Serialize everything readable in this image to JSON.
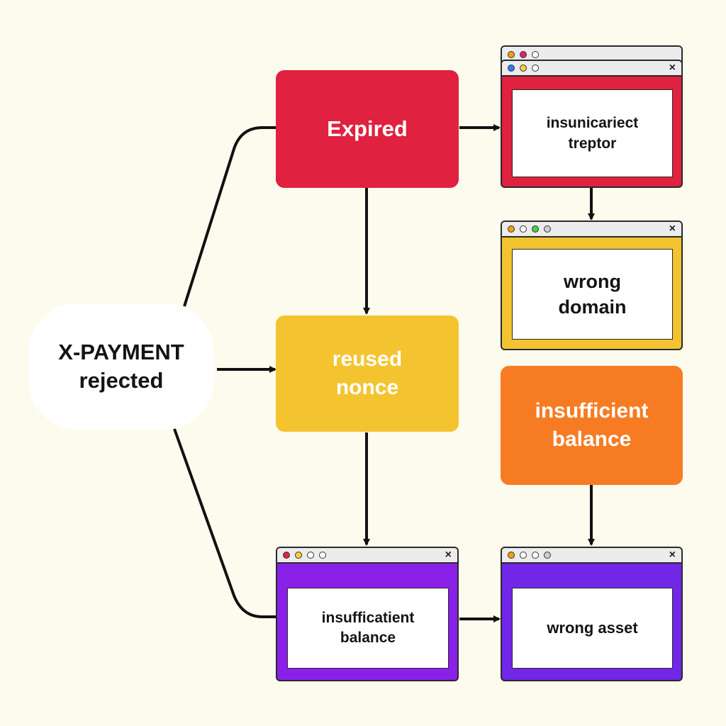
{
  "colors": {
    "background": "#fcfbee",
    "red": "#e0213f",
    "yellow": "#f4c430",
    "orange": "#f77b23",
    "purple": "#8b21e8",
    "line": "#111111"
  },
  "start": {
    "label": "X-PAYMENT\nrejected"
  },
  "boxes": {
    "expired": {
      "label": "Expired"
    },
    "reused_nonce": {
      "label": "reused\nnonce"
    },
    "insufficient_balance": {
      "label": "insufficient\nbalance"
    }
  },
  "windows": {
    "insunicariect": {
      "label": "insunicariect\ntreptor",
      "icon_names": [
        "dot-icon",
        "close-icon"
      ]
    },
    "wrong_domain": {
      "label": "wrong\ndomain"
    },
    "insuffication": {
      "label": "insufficatient\nbalance"
    },
    "wrong_asset": {
      "label": "wrong asset"
    }
  },
  "close_glyph": "×"
}
